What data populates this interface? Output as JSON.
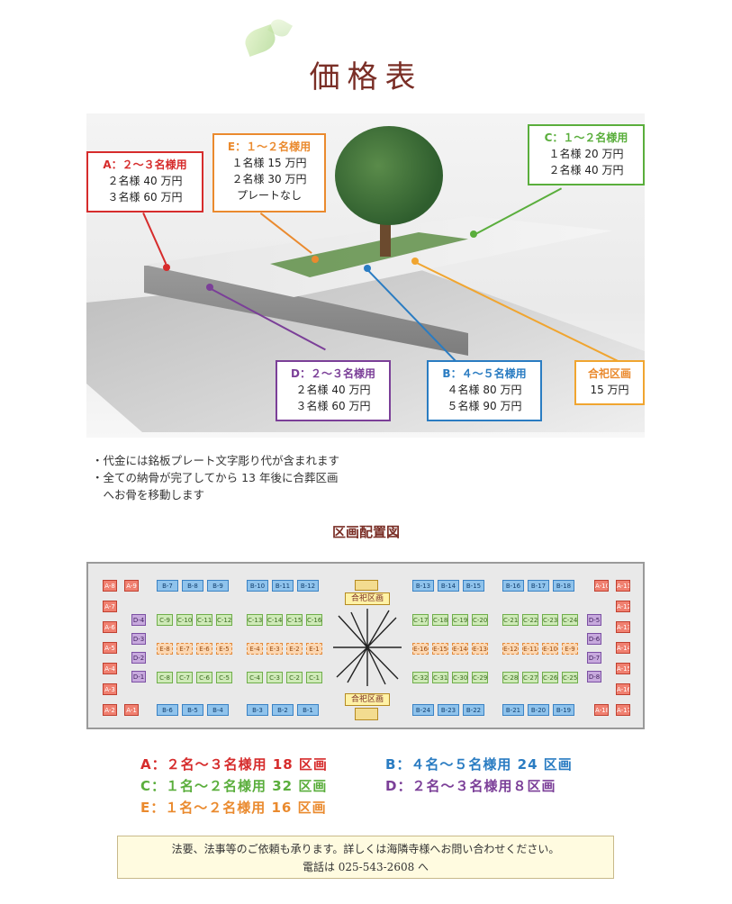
{
  "title": "価格表",
  "price_boxes": {
    "a": {
      "heading": "A：２～３名様用",
      "lines": [
        "２名様 40 万円",
        "３名様 60 万円"
      ],
      "color": "#d62c2c"
    },
    "e": {
      "heading": "E：１～２名様用",
      "lines": [
        "１名様 15 万円",
        "２名様 30 万円",
        "プレートなし"
      ],
      "color": "#ea8a2e"
    },
    "c": {
      "heading": "C：１～２名様用",
      "lines": [
        "１名様 20 万円",
        "２名様 40 万円"
      ],
      "color": "#5aae3c"
    },
    "d": {
      "heading": "D：２～３名様用",
      "lines": [
        "２名様 40 万円",
        "３名様 60 万円"
      ],
      "color": "#7b3f98"
    },
    "b": {
      "heading": "B：４～５名様用",
      "lines": [
        "４名様 80 万円",
        "５名様 90 万円"
      ],
      "color": "#2a7cc2"
    },
    "g": {
      "heading": "合祀区画",
      "lines": [
        "15 万円"
      ],
      "color": "#f0a530"
    }
  },
  "notes": [
    "・代金には銘板プレート文字彫り代が含まれます",
    "・全ての納骨が完了してから 13 年後に合葬区画",
    "　へお骨を移動します"
  ],
  "plan_title": "区画配置図",
  "plan": {
    "gouki_label": "合祀区画",
    "a_left_col1": [
      "A-8",
      "A-7",
      "A-6",
      "A-5",
      "A-4",
      "A-3",
      "A-2"
    ],
    "a_left_col2": [
      "A-9",
      "A-1"
    ],
    "a_right_col1": [
      "A-10",
      "A-18"
    ],
    "a_right_col2": [
      "A-11",
      "A-12",
      "A-13",
      "A-14",
      "A-15",
      "A-16",
      "A-17"
    ],
    "d_left": [
      "D-4",
      "D-3",
      "D-2",
      "D-1"
    ],
    "d_right": [
      "D-5",
      "D-6",
      "D-7",
      "D-8"
    ],
    "b_top": [
      [
        "B-7",
        "B-8",
        "B-9"
      ],
      [
        "B-10",
        "B-11",
        "B-12"
      ],
      [
        "B-13",
        "B-14",
        "B-15"
      ],
      [
        "B-16",
        "B-17",
        "B-18"
      ]
    ],
    "b_bottom": [
      [
        "B-6",
        "B-5",
        "B-4"
      ],
      [
        "B-3",
        "B-2",
        "B-1"
      ],
      [
        "B-24",
        "B-23",
        "B-22"
      ],
      [
        "B-21",
        "B-20",
        "B-19"
      ]
    ],
    "c_upper": [
      [
        "C-9",
        "C-10",
        "C-11",
        "C-12"
      ],
      [
        "C-13",
        "C-14",
        "C-15",
        "C-16"
      ],
      [
        "C-17",
        "C-18",
        "C-19",
        "C-20"
      ],
      [
        "C-21",
        "C-22",
        "C-23",
        "C-24"
      ]
    ],
    "c_lower": [
      [
        "C-8",
        "C-7",
        "C-6",
        "C-5"
      ],
      [
        "C-4",
        "C-3",
        "C-2",
        "C-1"
      ],
      [
        "C-32",
        "C-31",
        "C-30",
        "C-29"
      ],
      [
        "C-28",
        "C-27",
        "C-26",
        "C-25"
      ]
    ],
    "e_row": [
      [
        "E-8",
        "E-7",
        "E-6",
        "E-5"
      ],
      [
        "E-4",
        "E-3",
        "E-2",
        "E-1"
      ],
      [
        "E-16",
        "E-15",
        "E-14",
        "E-13"
      ],
      [
        "E-12",
        "E-11",
        "E-10",
        "E-9"
      ]
    ]
  },
  "legend": [
    {
      "text": "A：２名～３名様用 18 区画",
      "color": "#d62c2c"
    },
    {
      "text": "B：４名～５名様用 24 区画",
      "color": "#2a7cc2"
    },
    {
      "text": "C：１名～２名様用 32 区画",
      "color": "#5aae3c"
    },
    {
      "text": "D：２名～３名様用８区画",
      "color": "#7b3f98"
    },
    {
      "text": "E：１名～２名様用 16 区画",
      "color": "#ea8a2e"
    }
  ],
  "info": {
    "line1": "法要、法事等のご依頼も承ります。詳しくは海隣寺様へお問い合わせください。",
    "line2": "電話は 025-543-2608 へ"
  }
}
